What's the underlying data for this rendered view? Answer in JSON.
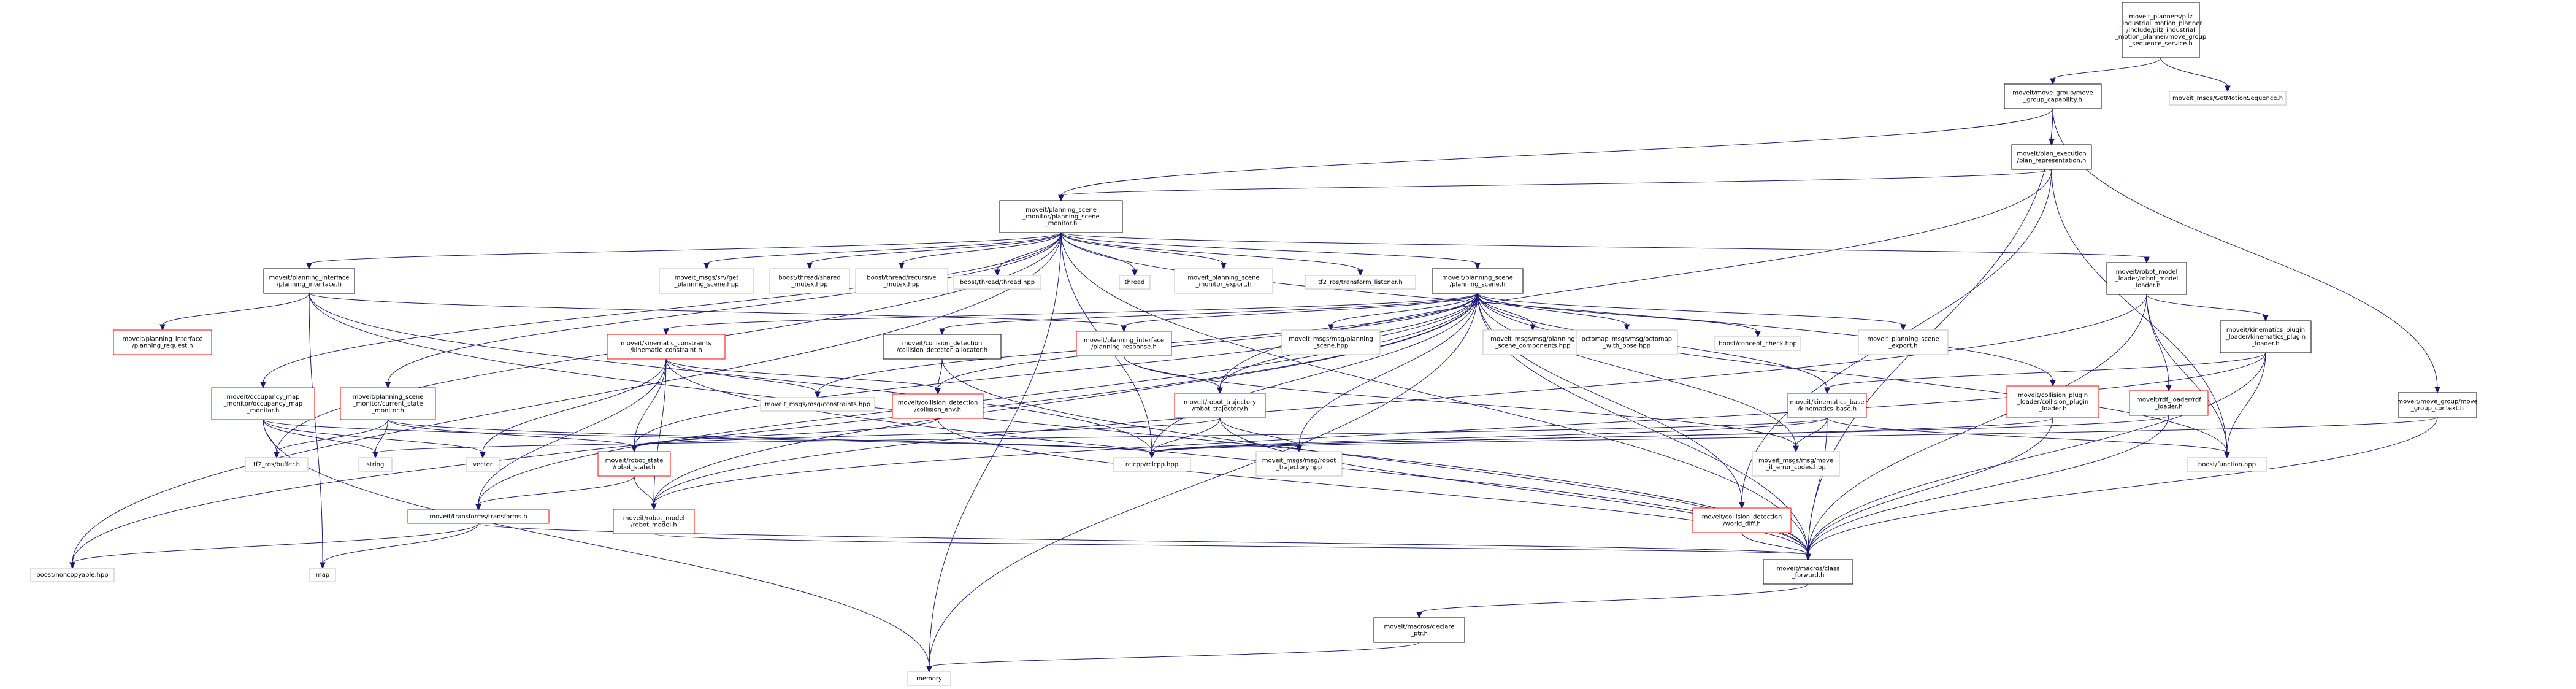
{
  "colors": {
    "edge": "#191970",
    "root_fill": "#bfbfbf",
    "normal_border": "#000000",
    "missing_border": "#ff0000",
    "external_border": "#bfbfbf"
  },
  "nodes": [
    {
      "id": "root",
      "lines": [
        "moveit_planners/pilz",
        "_industrial_motion_planner",
        "/include/pilz_industrial",
        "_motion_planner/move_group",
        "_sequence_service.h"
      ],
      "kind": "root"
    },
    {
      "id": "mgcap",
      "lines": [
        "moveit/move_group/move",
        "_group_capability.h"
      ],
      "kind": "normal"
    },
    {
      "id": "getms",
      "lines": [
        "moveit_msgs/GetMotionSequence.h"
      ],
      "kind": "external"
    },
    {
      "id": "planexec",
      "lines": [
        "moveit/plan_execution",
        "/plan_representation.h"
      ],
      "kind": "normal"
    },
    {
      "id": "psm",
      "lines": [
        "moveit/planning_scene",
        "_monitor/planning_scene",
        "_monitor.h"
      ],
      "kind": "normal"
    },
    {
      "id": "pi",
      "lines": [
        "moveit/planning_interface",
        "/planning_interface.h"
      ],
      "kind": "normal"
    },
    {
      "id": "getps",
      "lines": [
        "moveit_msgs/srv/get",
        "_planning_scene.hpp"
      ],
      "kind": "external"
    },
    {
      "id": "shmutex",
      "lines": [
        "boost/thread/shared",
        "_mutex.hpp"
      ],
      "kind": "external"
    },
    {
      "id": "recmutex",
      "lines": [
        "boost/thread/recursive",
        "_mutex.hpp"
      ],
      "kind": "external"
    },
    {
      "id": "bthread",
      "lines": [
        "boost/thread/thread.hpp"
      ],
      "kind": "external"
    },
    {
      "id": "thread",
      "lines": [
        "thread"
      ],
      "kind": "external"
    },
    {
      "id": "psmexport",
      "lines": [
        "moveit_planning_scene",
        "_monitor_export.h"
      ],
      "kind": "external"
    },
    {
      "id": "tf2listener",
      "lines": [
        "tf2_ros/transform_listener.h"
      ],
      "kind": "external"
    },
    {
      "id": "ps",
      "lines": [
        "moveit/planning_scene",
        "/planning_scene.h"
      ],
      "kind": "normal"
    },
    {
      "id": "rml",
      "lines": [
        "moveit/robot_model",
        "_loader/robot_model",
        "_loader.h"
      ],
      "kind": "normal"
    },
    {
      "id": "preq",
      "lines": [
        "moveit/planning_interface",
        "/planning_request.h"
      ],
      "kind": "missing"
    },
    {
      "id": "presp",
      "lines": [
        "moveit/planning_interface",
        "/planning_response.h"
      ],
      "kind": "missing"
    },
    {
      "id": "kc",
      "lines": [
        "moveit/kinematic_constraints",
        "/kinematic_constraint.h"
      ],
      "kind": "missing"
    },
    {
      "id": "cdalloc",
      "lines": [
        "moveit/collision_detection",
        "/collision_detector_allocator.h"
      ],
      "kind": "normal"
    },
    {
      "id": "mspsc",
      "lines": [
        "moveit_msgs/msg/planning",
        "_scene.hpp"
      ],
      "kind": "external"
    },
    {
      "id": "mspscomp",
      "lines": [
        "moveit_msgs/msg/planning",
        "_scene_components.hpp"
      ],
      "kind": "external"
    },
    {
      "id": "octomap",
      "lines": [
        "octomap_msgs/msg/octomap",
        "_with_pose.hpp"
      ],
      "kind": "external"
    },
    {
      "id": "concept",
      "lines": [
        "boost/concept_check.hpp"
      ],
      "kind": "external"
    },
    {
      "id": "psexport",
      "lines": [
        "moveit_planning_scene",
        "_export.h"
      ],
      "kind": "external"
    },
    {
      "id": "kpl",
      "lines": [
        "moveit/kinematics_plugin",
        "_loader/kinematics_plugin",
        "_loader.h"
      ],
      "kind": "normal"
    },
    {
      "id": "om",
      "lines": [
        "moveit/occupancy_map",
        "_monitor/occupancy_map",
        "_monitor.h"
      ],
      "kind": "missing"
    },
    {
      "id": "csm",
      "lines": [
        "moveit/planning_scene",
        "_monitor/current_state",
        "_monitor.h"
      ],
      "kind": "missing"
    },
    {
      "id": "msgconstr",
      "lines": [
        "moveit_msgs/msg/constraints.hpp"
      ],
      "kind": "external"
    },
    {
      "id": "cenv",
      "lines": [
        "moveit/collision_detection",
        "/collision_env.h"
      ],
      "kind": "missing"
    },
    {
      "id": "rt",
      "lines": [
        "moveit/robot_trajectory",
        "/robot_trajectory.h"
      ],
      "kind": "missing"
    },
    {
      "id": "kb",
      "lines": [
        "moveit/kinematics_base",
        "/kinematics_base.h"
      ],
      "kind": "missing"
    },
    {
      "id": "cpl",
      "lines": [
        "moveit/collision_plugin",
        "_loader/collision_plugin",
        "_loader.h"
      ],
      "kind": "missing"
    },
    {
      "id": "rdf",
      "lines": [
        "moveit/rdf_loader/rdf",
        "_loader.h"
      ],
      "kind": "missing"
    },
    {
      "id": "mgctx",
      "lines": [
        "moveit/move_group/move",
        "_group_context.h"
      ],
      "kind": "normal"
    },
    {
      "id": "vector",
      "lines": [
        "vector"
      ],
      "kind": "external"
    },
    {
      "id": "string",
      "lines": [
        "string"
      ],
      "kind": "external"
    },
    {
      "id": "tf2buf",
      "lines": [
        "tf2_ros/buffer.h"
      ],
      "kind": "external"
    },
    {
      "id": "rs",
      "lines": [
        "moveit/robot_state",
        "/robot_state.h"
      ],
      "kind": "missing"
    },
    {
      "id": "rclcpp",
      "lines": [
        "rclcpp/rclcpp.hpp"
      ],
      "kind": "external"
    },
    {
      "id": "msgrt",
      "lines": [
        "moveit_msgs/msg/robot",
        "_trajectory.hpp"
      ],
      "kind": "external"
    },
    {
      "id": "moveit_err",
      "lines": [
        "moveit_msgs/msg/move",
        "_it_error_codes.hpp"
      ],
      "kind": "external"
    },
    {
      "id": "bfunc",
      "lines": [
        "boost/function.hpp"
      ],
      "kind": "external"
    },
    {
      "id": "tt",
      "lines": [
        "moveit/transforms/transforms.h"
      ],
      "kind": "missing"
    },
    {
      "id": "rm",
      "lines": [
        "moveit/robot_model",
        "/robot_model.h"
      ],
      "kind": "missing"
    },
    {
      "id": "wdf",
      "lines": [
        "moveit/collision_detection",
        "/world_diff.h"
      ],
      "kind": "missing"
    },
    {
      "id": "noncopy",
      "lines": [
        "boost/noncopyable.hpp"
      ],
      "kind": "external"
    },
    {
      "id": "map",
      "lines": [
        "map"
      ],
      "kind": "external"
    },
    {
      "id": "macros",
      "lines": [
        "moveit/macros/class",
        "_forward.h"
      ],
      "kind": "normal"
    },
    {
      "id": "declare",
      "lines": [
        "moveit/macros/declare",
        "_ptr.h"
      ],
      "kind": "normal"
    },
    {
      "id": "memory",
      "lines": [
        "memory"
      ],
      "kind": "external"
    }
  ]
}
